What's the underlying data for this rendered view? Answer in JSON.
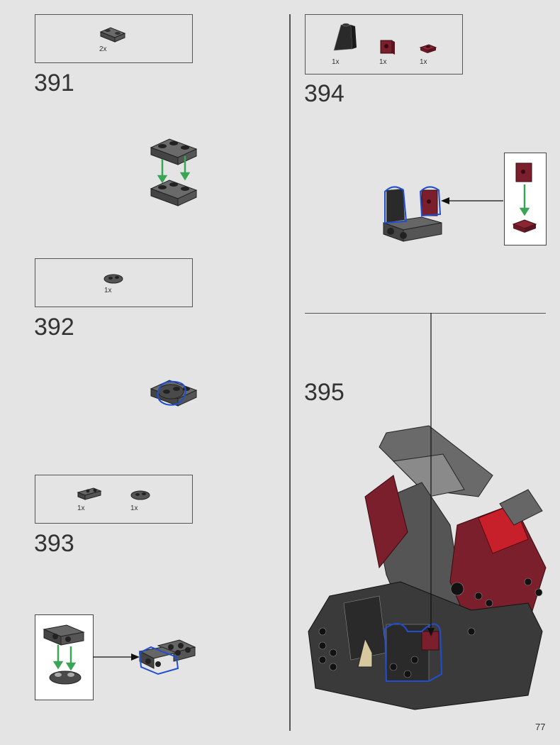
{
  "page_number": "77",
  "colors": {
    "background": "#e4e4e4",
    "dark_gray": "#5a5a5a",
    "black": "#2a2a2a",
    "dark_red": "#7a1f2b",
    "red": "#c8202a",
    "tan": "#d8c8a0",
    "highlight": "#1f4fd0",
    "arrow_green": "#3aa655"
  },
  "steps": [
    {
      "number": "391",
      "parts": [
        {
          "icon": "plate-2x2-corner-dark-gray",
          "qty": "2x"
        }
      ]
    },
    {
      "number": "392",
      "parts": [
        {
          "icon": "plate-1x2-dark-gray",
          "qty": "1x"
        }
      ]
    },
    {
      "number": "393",
      "parts": [
        {
          "icon": "bracket-dark-gray",
          "qty": "1x"
        },
        {
          "icon": "plate-1x2-dark-gray",
          "qty": "1x"
        }
      ]
    },
    {
      "number": "394",
      "parts": [
        {
          "icon": "slope-black",
          "qty": "1x"
        },
        {
          "icon": "bracket-1x1-dark-red",
          "qty": "1x"
        },
        {
          "icon": "plate-1x1-dark-red",
          "qty": "1x"
        }
      ]
    },
    {
      "number": "395",
      "parts": []
    }
  ]
}
